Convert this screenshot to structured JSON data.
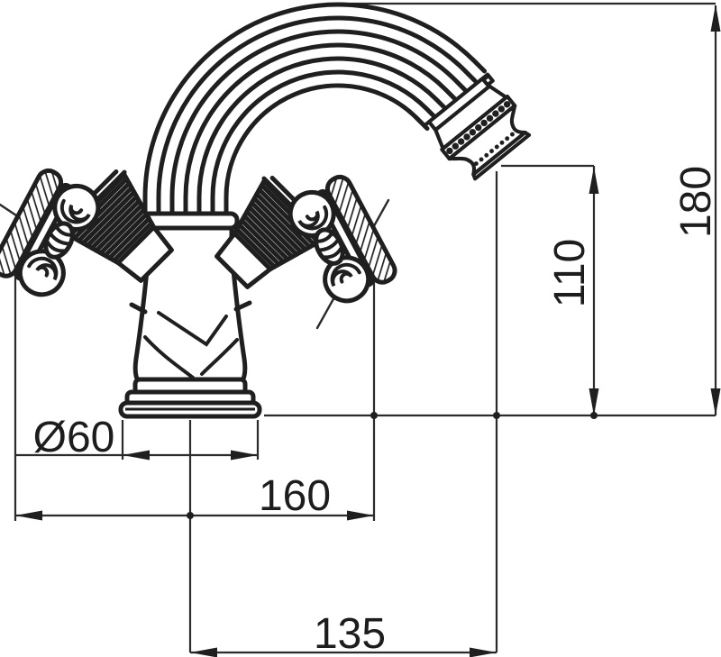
{
  "drawing": {
    "title": "bidet-mixer-technical-drawing",
    "line_color": "#1f1f1f",
    "background": "#ffffff",
    "dimensions": {
      "base_diameter": "Ø60",
      "overall_width": "160",
      "spout_reach": "135",
      "spout_outlet_height": "110",
      "overall_height": "180"
    }
  }
}
